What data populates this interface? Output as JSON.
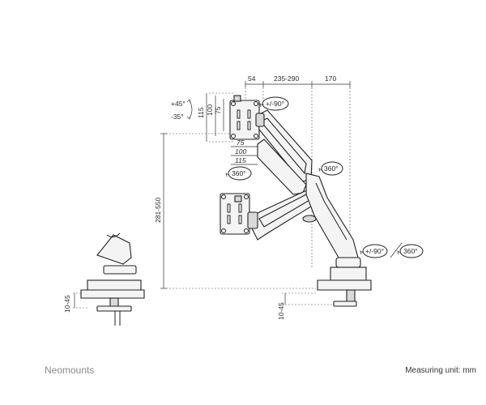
{
  "brand": "Neomounts",
  "measuring_unit": "Measuring unit: mm",
  "dimensions": {
    "top_54": "54",
    "top_235_290": "235-290",
    "top_170": "170",
    "tilt_up": "+45°",
    "tilt_down": "-35°",
    "vesa_115_v": "115",
    "vesa_100_v": "100",
    "vesa_75_v": "75",
    "vesa_75_h": "75",
    "vesa_100_h": "100",
    "vesa_115_h": "115",
    "height_range": "281-550",
    "clamp_thickness_left": "10-45",
    "clamp_thickness_right": "10-45"
  },
  "rotations": {
    "head_swivel": "+/-90°",
    "pivot_360": "360°",
    "arm_360": "360°",
    "base_swivel": "+/-90°",
    "base_360": "360°"
  }
}
